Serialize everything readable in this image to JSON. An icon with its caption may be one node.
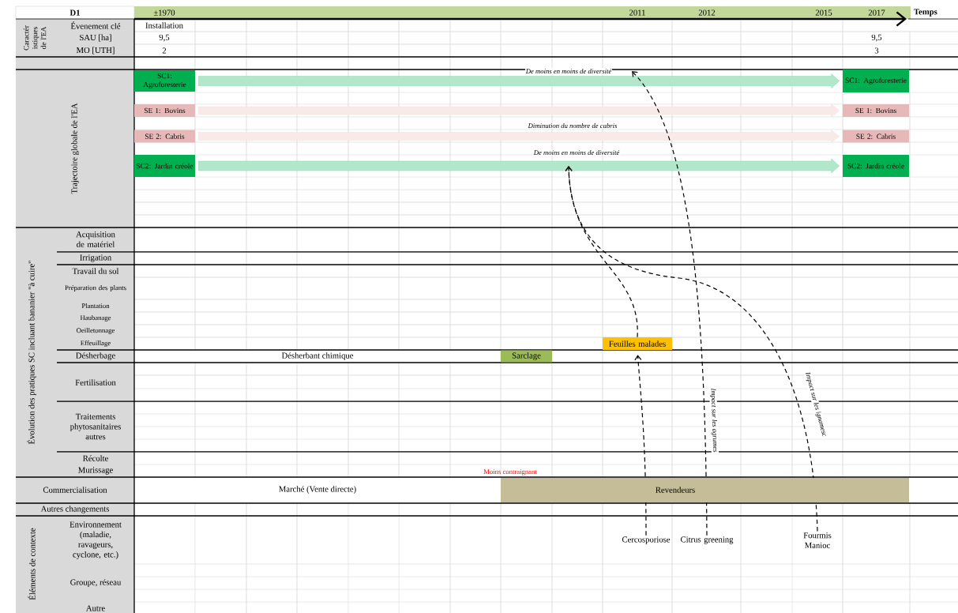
{
  "diagram": {
    "nodes": [
      {
        "text": [
          "SC1: Agroforesterie"
        ]
      },
      {
        "text": [
          "SE 1: Bovins"
        ]
      },
      {
        "text": [
          "SE 2: Cabris"
        ]
      },
      {
        "text": [
          "SC2: Jardin créole"
        ]
      },
      {
        "text": [
          "SC1: Agroforesterie"
        ]
      },
      {
        "text": [
          "SE 1: Bovins"
        ]
      },
      {
        "text": [
          "SE 2: Cabris"
        ]
      },
      {
        "text": [
          "SC2: Jardin créole"
        ]
      },
      {
        "text": [
          "Sarclage"
        ]
      },
      {
        "text": [
          "Feuilles malades"
        ]
      },
      {
        "text": [
          "Cercosporiose"
        ]
      },
      {
        "text": [
          "Citrus greening"
        ]
      },
      {
        "text": [
          "Fourmis Manioc"
        ]
      }
    ],
    "edges": [
      {
        "from": 0,
        "to": 4,
        "arrow": "to",
        "label": "De moins en moins de diversité",
        "style": "thick",
        "color": "#00b050"
      },
      {
        "from": 1,
        "to": 5,
        "arrow": "to",
        "style": "thick",
        "color": "#e6b8b7"
      },
      {
        "from": 2,
        "to": 6,
        "arrow": "to",
        "label": "Diminution du nombre de cabris",
        "style": "thick",
        "color": "#e6b8b7"
      },
      {
        "from": 3,
        "to": 7,
        "arrow": "to",
        "label": "De moins en moins de diversité",
        "style": "thick",
        "color": "#00b050"
      },
      {
        "from": 10,
        "to": 9,
        "arrow": "to",
        "style": "dashed"
      },
      {
        "from": 9,
        "to": null,
        "arrow": "to",
        "style": "dashed"
      },
      {
        "from": 11,
        "to": null,
        "arrow": "to",
        "style": "dashed",
        "label": "Impact sur les agrumes"
      },
      {
        "from": 12,
        "to": null,
        "arrow": "to",
        "style": "dashed",
        "label": "Impact sur les ignamesc"
      }
    ],
    "labels": [
      "D1",
      "±1970",
      "2011",
      "2012",
      "2015",
      "2017",
      "Temps",
      "Caractér istiques de l'EA",
      "Évenement clé",
      "Installation",
      "SAU [ha]",
      "9,5",
      "9,5",
      "MO [UTH]",
      "2",
      "3",
      "Trajectoire globale de l'EA",
      "Évolution des pratiques SC incluant bananier \"à cuire\"",
      "Acquisition de matériel",
      "Irrigation",
      "Travail du sol",
      "Préparation des plants",
      "Plantation",
      "Haubanage",
      "Oeilletonnage",
      "Effeuillage",
      "Désherbage",
      "Désherbant chimique",
      "Fertilisation",
      "Traitements phytosanitaires autres",
      "Récolte",
      "Murissage",
      "Moins contraignant",
      "Commercialisation",
      "Marché (Vente directe)",
      "Revendeurs",
      "Autres changements",
      "Éléments de contexte",
      "Environnement (maladie, ravageurs, cyclone, etc.)",
      "Groupe, réseau",
      "Autre"
    ]
  }
}
